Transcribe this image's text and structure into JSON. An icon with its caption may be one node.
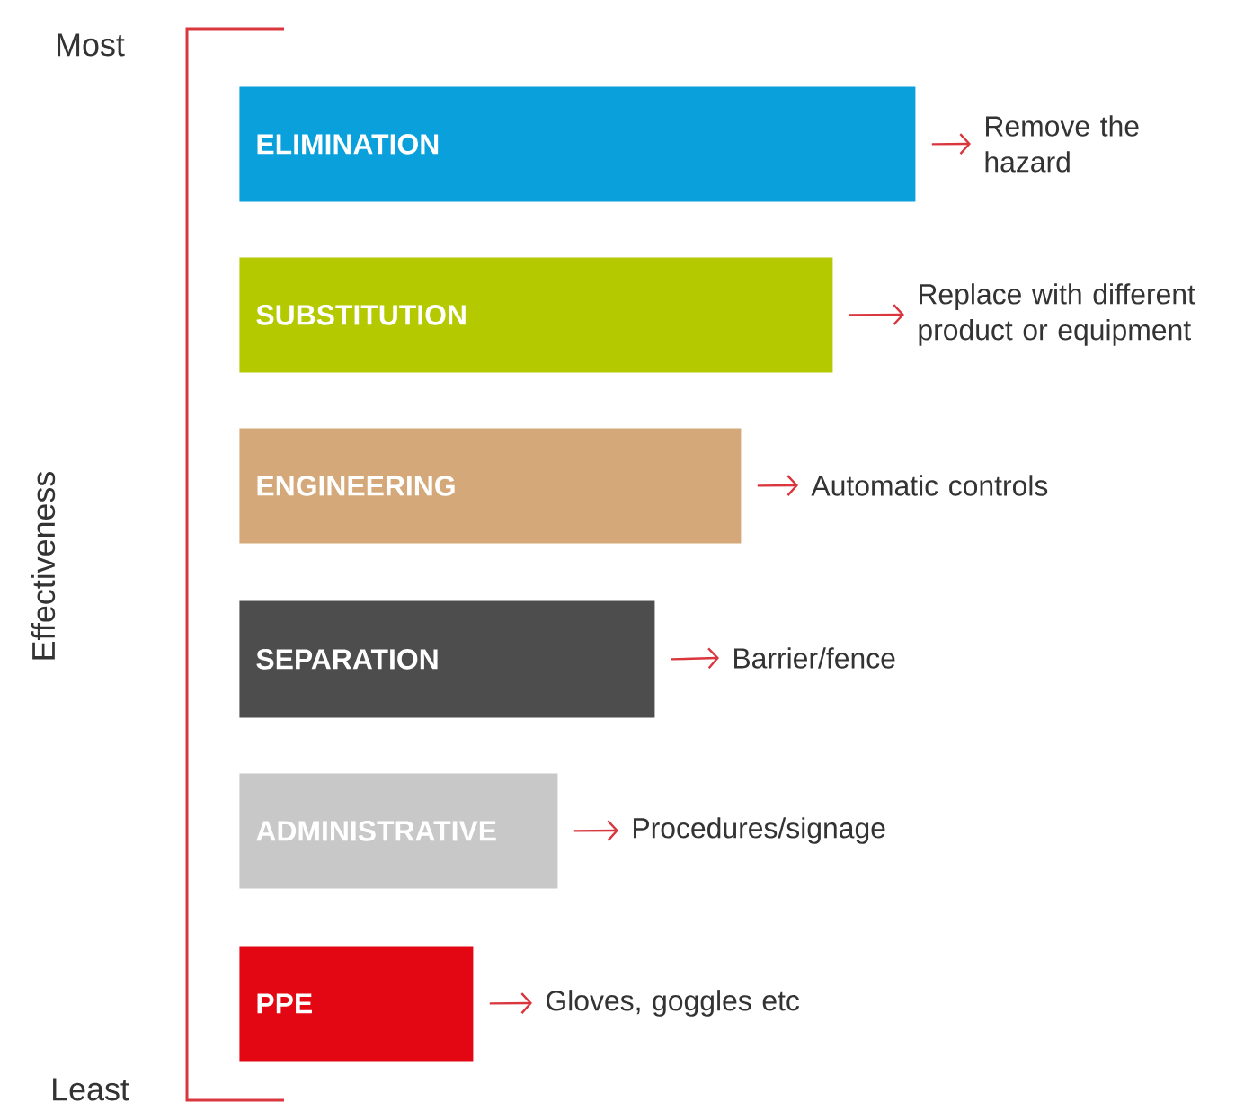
{
  "diagram": {
    "nodes": [
      {
        "text": [
          "ELIMINATION"
        ]
      },
      {
        "text": [
          "SUBSTITUTION"
        ]
      },
      {
        "text": [
          "ENGINEERING"
        ]
      },
      {
        "text": [
          "SEPARATION"
        ]
      },
      {
        "text": [
          "ADMINISTRATIVE"
        ]
      },
      {
        "text": [
          "PPE"
        ]
      },
      {
        "text": [
          "Remove the hazard"
        ]
      },
      {
        "text": [
          "Replace with different product or equipment"
        ]
      },
      {
        "text": [
          "Automatic controls"
        ]
      },
      {
        "text": [
          "Barrier/fence"
        ]
      },
      {
        "text": [
          "Procedures/signage"
        ]
      },
      {
        "text": [
          "Gloves, goggles etc"
        ]
      }
    ],
    "edges": [
      {
        "from": 0,
        "to": 6,
        "arrow": "to"
      },
      {
        "from": 1,
        "to": 7,
        "arrow": "to"
      },
      {
        "from": 2,
        "to": 8,
        "arrow": "to"
      },
      {
        "from": 3,
        "to": 9,
        "arrow": "to"
      },
      {
        "from": 4,
        "to": 10,
        "arrow": "to"
      },
      {
        "from": 5,
        "to": 11,
        "arrow": "to"
      }
    ],
    "labels": [
      "Most",
      "Effectiveness",
      "Least"
    ]
  }
}
